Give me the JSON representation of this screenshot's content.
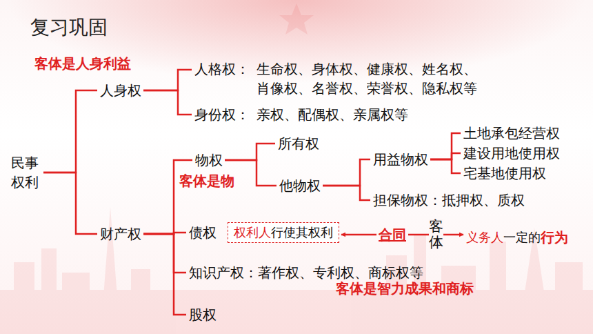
{
  "diagram": {
    "title": "复习巩固",
    "nodes": [
      {
        "text": [
          "民事 权利"
        ]
      },
      {
        "text": [
          "人身权"
        ]
      },
      {
        "text": [
          "人格权：",
          "生命权、身体权、健康权、姓名权、 肖像权、名誉权、荣誉权、隐私权等"
        ]
      },
      {
        "text": [
          "身份权：",
          "亲权、配偶权、亲属权等"
        ]
      },
      {
        "text": [
          "财产权"
        ]
      },
      {
        "text": [
          "物权"
        ]
      },
      {
        "text": [
          "所有权"
        ]
      },
      {
        "text": [
          "他物权"
        ]
      },
      {
        "text": [
          "用益物权"
        ]
      },
      {
        "text": [
          "土地承包经营权"
        ]
      },
      {
        "text": [
          "建设用地使用权"
        ]
      },
      {
        "text": [
          "宅基地使用权"
        ]
      },
      {
        "text": [
          "担保物权：抵押权、质权"
        ]
      },
      {
        "text": [
          "债权"
        ]
      },
      {
        "text": [
          "权利人",
          "行使其权利"
        ]
      },
      {
        "text": [
          "合同"
        ]
      },
      {
        "text": [
          "义务人",
          "一定的",
          "行为"
        ]
      },
      {
        "text": [
          "知识产权：著作权、专利权、商标权等"
        ]
      },
      {
        "text": [
          "股权"
        ]
      }
    ],
    "edges": [
      {
        "from": 0,
        "to": 1,
        "arrow": "none"
      },
      {
        "from": 0,
        "to": 4,
        "arrow": "none"
      },
      {
        "from": 1,
        "to": 2,
        "arrow": "none"
      },
      {
        "from": 1,
        "to": 3,
        "arrow": "none"
      },
      {
        "from": 4,
        "to": 5,
        "arrow": "none"
      },
      {
        "from": 4,
        "to": 13,
        "arrow": "none"
      },
      {
        "from": 4,
        "to": 17,
        "arrow": "none"
      },
      {
        "from": 4,
        "to": 18,
        "arrow": "none"
      },
      {
        "from": 5,
        "to": 6,
        "arrow": "none"
      },
      {
        "from": 5,
        "to": 7,
        "arrow": "none"
      },
      {
        "from": 7,
        "to": 8,
        "arrow": "none"
      },
      {
        "from": 7,
        "to": 12,
        "arrow": "none"
      },
      {
        "from": 8,
        "to": 9,
        "arrow": "none"
      },
      {
        "from": 8,
        "to": 10,
        "arrow": "none"
      },
      {
        "from": 8,
        "to": 11,
        "arrow": "none"
      },
      {
        "from": 15,
        "to": 14,
        "arrow": "to"
      },
      {
        "from": 15,
        "to": 16,
        "label": "客体",
        "arrow": "to"
      }
    ],
    "labels": [
      "客体是人身利益",
      "客体是物",
      "客体是智力成果和商标"
    ]
  }
}
